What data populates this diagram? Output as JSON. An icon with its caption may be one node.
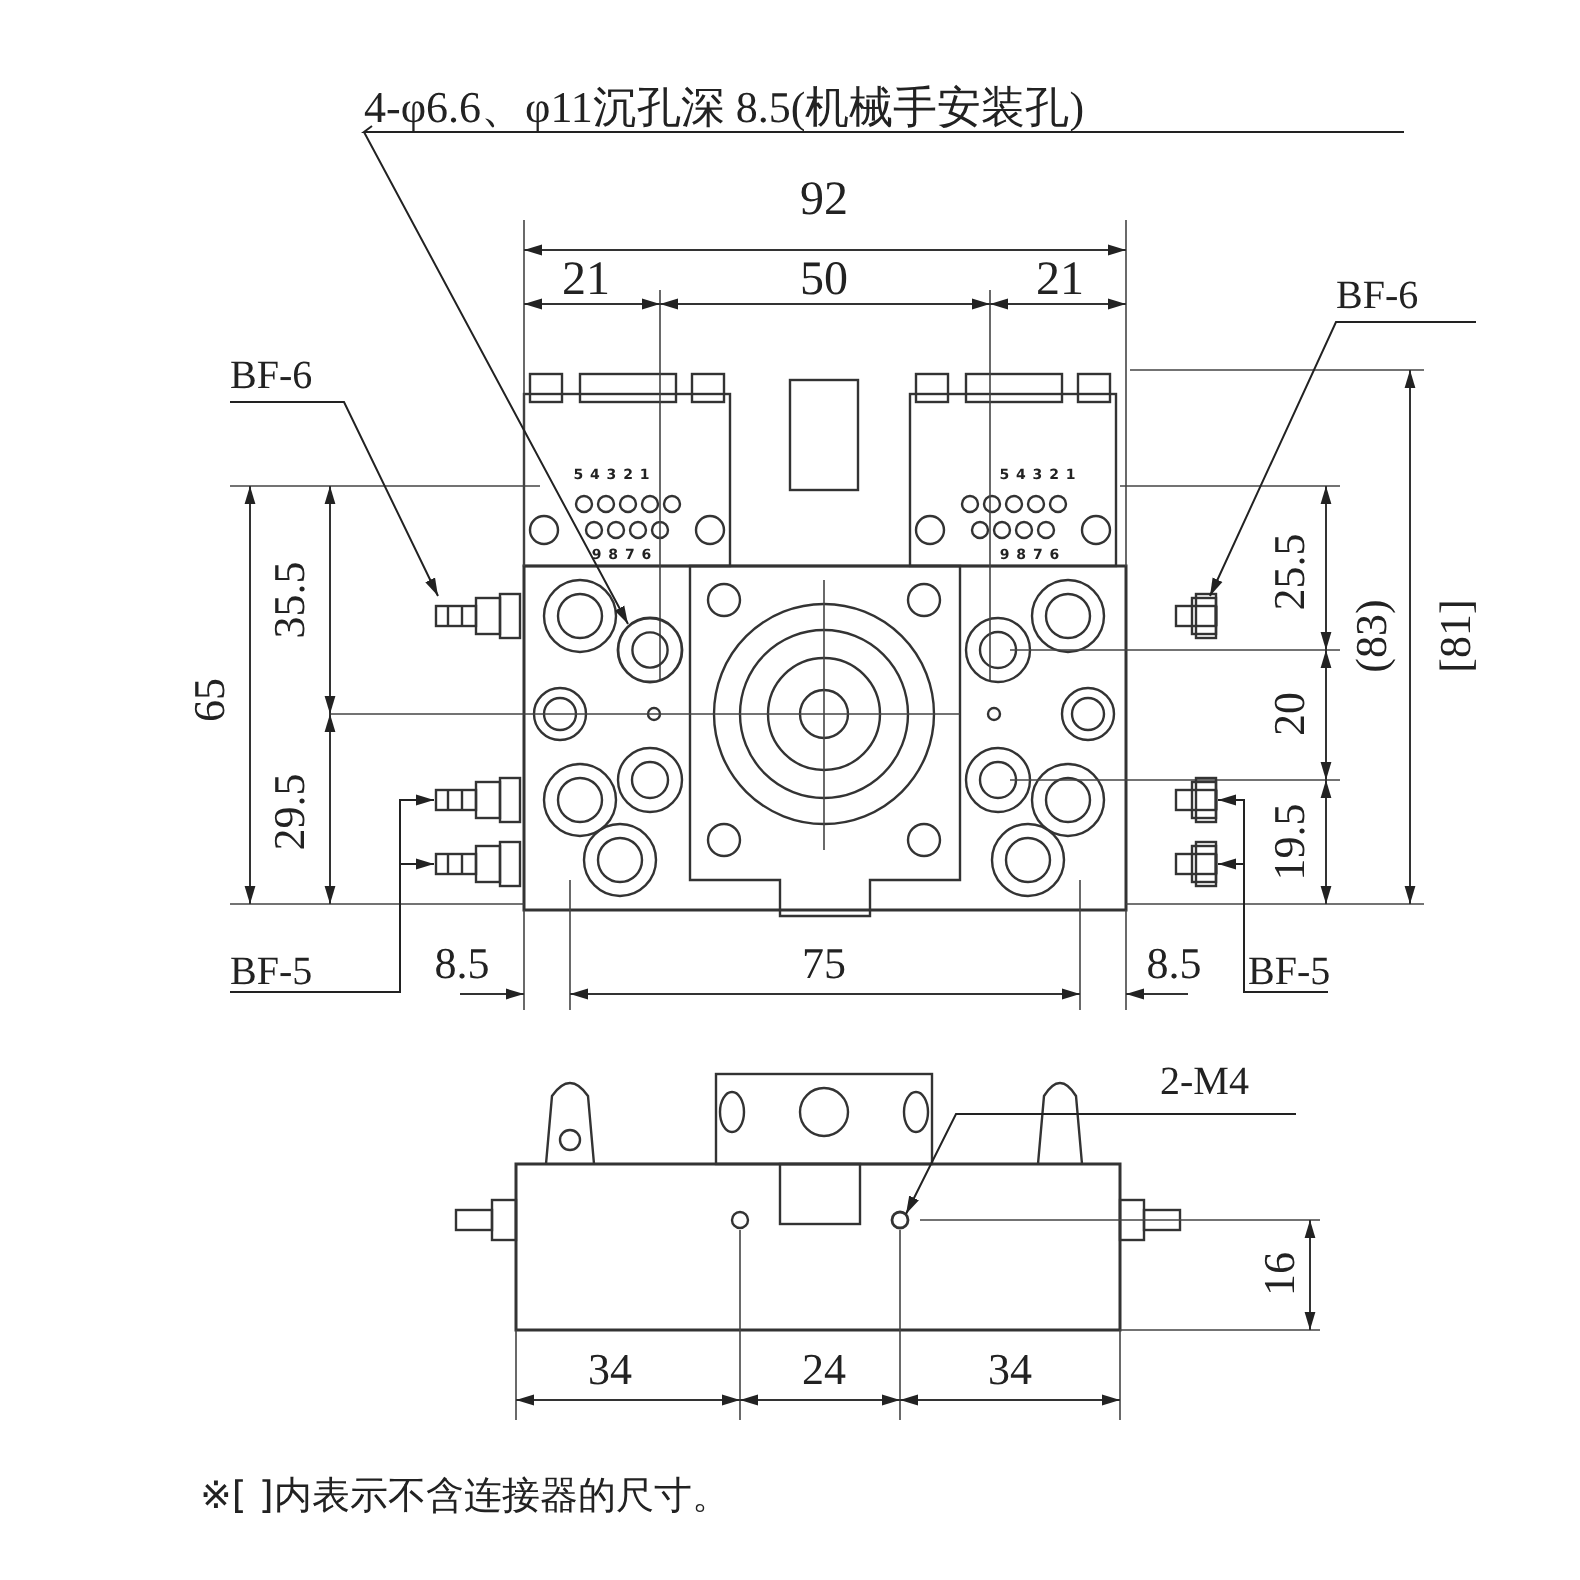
{
  "diagram": {
    "nodes": [
      {
        "text": [
          "4-φ6.6、φ11沉孔深 8.5(机械手安装孔)"
        ]
      },
      {
        "text": [],
        "shape": "circle"
      },
      {
        "text": [
          "BF-6"
        ]
      },
      {
        "text": [],
        "shape": "picture"
      },
      {
        "text": [
          "BF-6"
        ]
      },
      {
        "text": [],
        "shape": "picture"
      },
      {
        "text": [
          "BF-5"
        ]
      },
      {
        "text": [],
        "shape": "picture"
      },
      {
        "text": [],
        "shape": "picture"
      },
      {
        "text": [
          "BF-5"
        ]
      },
      {
        "text": [],
        "shape": "picture"
      },
      {
        "text": [],
        "shape": "picture"
      },
      {
        "text": [
          "2-M4"
        ]
      },
      {
        "text": [],
        "shape": "circle"
      }
    ],
    "edges": [
      {
        "from": 0,
        "to": 1,
        "arrow": "to"
      },
      {
        "from": 2,
        "to": 3,
        "arrow": "to"
      },
      {
        "from": 4,
        "to": 5,
        "arrow": "to"
      },
      {
        "from": 6,
        "to": 7,
        "arrow": "to"
      },
      {
        "from": 6,
        "to": 8,
        "arrow": "to"
      },
      {
        "from": 9,
        "to": 10,
        "arrow": "to"
      },
      {
        "from": 9,
        "to": 11,
        "arrow": "to"
      },
      {
        "from": 12,
        "to": 13,
        "arrow": "to"
      }
    ],
    "labels": [
      "92",
      "21",
      "50",
      "21",
      "5 4 3 2 1",
      "9 8 7 6",
      "5 4 3 2 1",
      "9 8 7 6",
      "35.5",
      "25.5",
      "65",
      "(83)",
      "[81]",
      "20",
      "29.5",
      "19.5",
      "8.5",
      "75",
      "8.5",
      "34",
      "24",
      "34",
      "16",
      "※[ ]内表示不含连接器的尺寸。"
    ]
  }
}
